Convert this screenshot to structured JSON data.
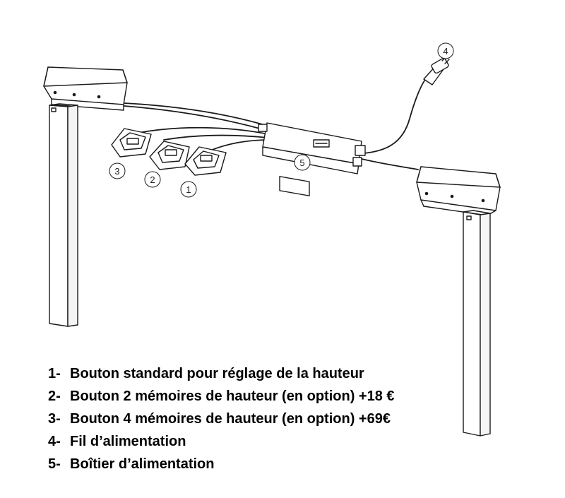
{
  "callouts": [
    "1",
    "2",
    "3",
    "4",
    "5"
  ],
  "legend": [
    {
      "num": "1-",
      "text": "Bouton standard pour réglage de la hauteur"
    },
    {
      "num": "2-",
      "text": "Bouton 2 mémoires de hauteur (en option) +18 €"
    },
    {
      "num": "3-",
      "text": "Bouton 4 mémoires de hauteur (en option) +69€"
    },
    {
      "num": "4-",
      "text": "Fil d’alimentation"
    },
    {
      "num": "5-",
      "text": "Boîtier d’alimentation"
    }
  ],
  "colors": {
    "line": "#1a1a1a",
    "background": "#ffffff"
  }
}
